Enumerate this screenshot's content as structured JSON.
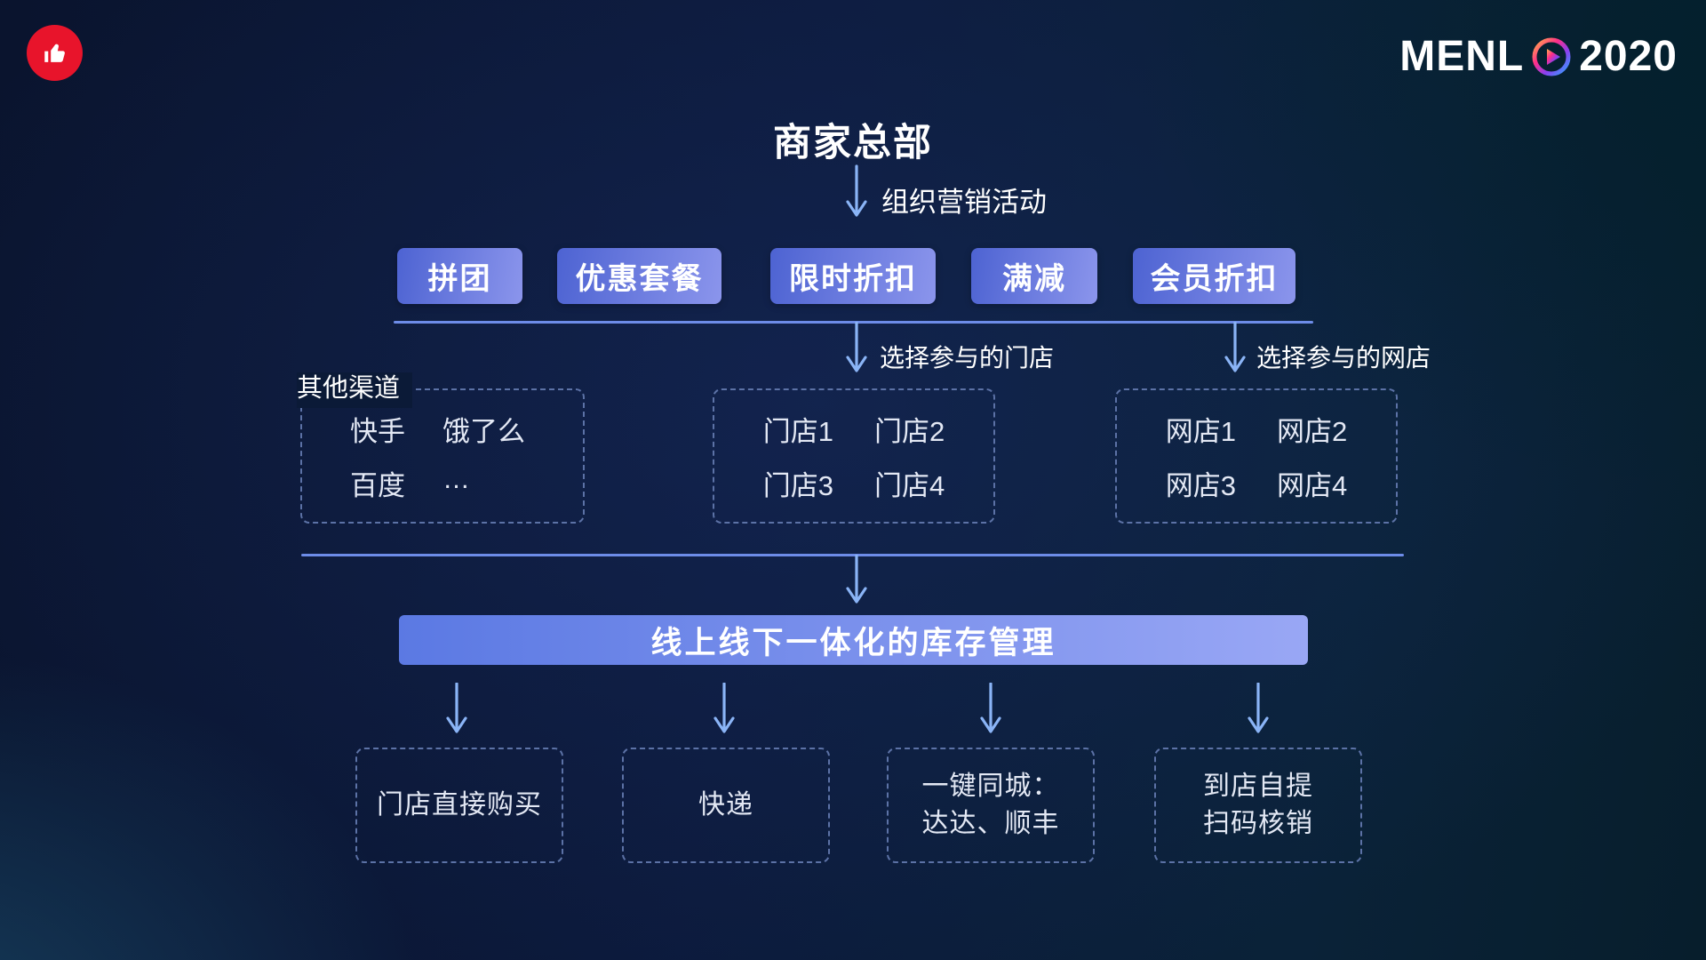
{
  "badge": {
    "icon": "thumbs-up-icon"
  },
  "logo": {
    "prefix": "MENL",
    "o_icon": "play-ring-icon",
    "suffix": "2020"
  },
  "header": {
    "title": "商家总部",
    "flow_label": "组织营销活动"
  },
  "campaign_buttons": [
    {
      "label": "拼团"
    },
    {
      "label": "优惠套餐"
    },
    {
      "label": "限时折扣"
    },
    {
      "label": "满减"
    },
    {
      "label": "会员折扣"
    }
  ],
  "branch_labels": {
    "stores": "选择参与的门店",
    "online_stores": "选择参与的网店"
  },
  "channel_boxes": {
    "other": {
      "title": "其他渠道",
      "rows": [
        [
          "快手",
          "饿了么"
        ],
        [
          "百度",
          "…"
        ]
      ]
    },
    "stores": {
      "rows": [
        [
          "门店1",
          "门店2"
        ],
        [
          "门店3",
          "门店4"
        ]
      ]
    },
    "online": {
      "rows": [
        [
          "网店1",
          "网店2"
        ],
        [
          "网店3",
          "网店4"
        ]
      ]
    }
  },
  "inventory_banner": {
    "label": "线上线下一体化的库存管理"
  },
  "fulfillment_boxes": [
    {
      "lines": [
        "门店直接购买"
      ]
    },
    {
      "lines": [
        "快递"
      ]
    },
    {
      "lines": [
        "一键同城：",
        "达达、顺丰"
      ]
    },
    {
      "lines": [
        "到店自提",
        "扫码核销"
      ]
    }
  ],
  "colors": {
    "accent-arrow": "#8ab4f6",
    "connector": "#6d8ce8",
    "button-grad-start": "#4d63d2",
    "button-grad-end": "#8b95ec",
    "banner-grad-start": "#5b79e3",
    "banner-grad-end": "#99a7f5",
    "dashed-border": "#5c72a6",
    "badge-red": "#e8142b",
    "text-light": "#e3e8f4"
  }
}
